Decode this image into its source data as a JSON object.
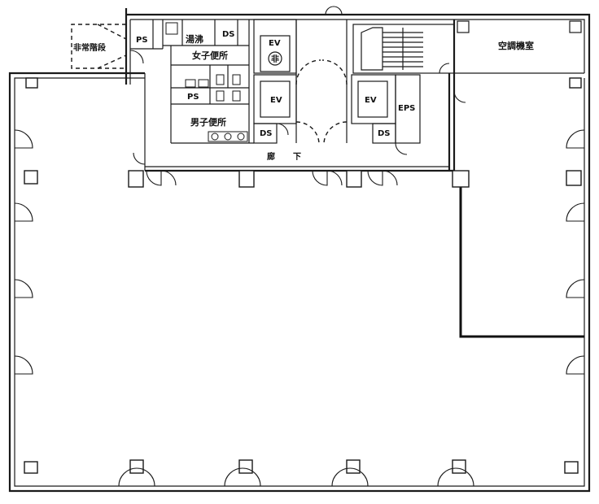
{
  "rooms": {
    "stair_exit": "非常階段",
    "ps_top": "PS",
    "kitchen": "湯沸",
    "ds_top": "DS",
    "ev_emergency": "EV",
    "ev_emergency_mark": "非",
    "womens_toilet": "女子便所",
    "ps_mid": "PS",
    "ev_left": "EV",
    "ev_right": "EV",
    "eps": "EPS",
    "mens_toilet": "男子便所",
    "ds_left": "DS",
    "ds_right": "DS",
    "corridor_1": "廊",
    "corridor_2": "下",
    "machine_room": "空調機室"
  }
}
